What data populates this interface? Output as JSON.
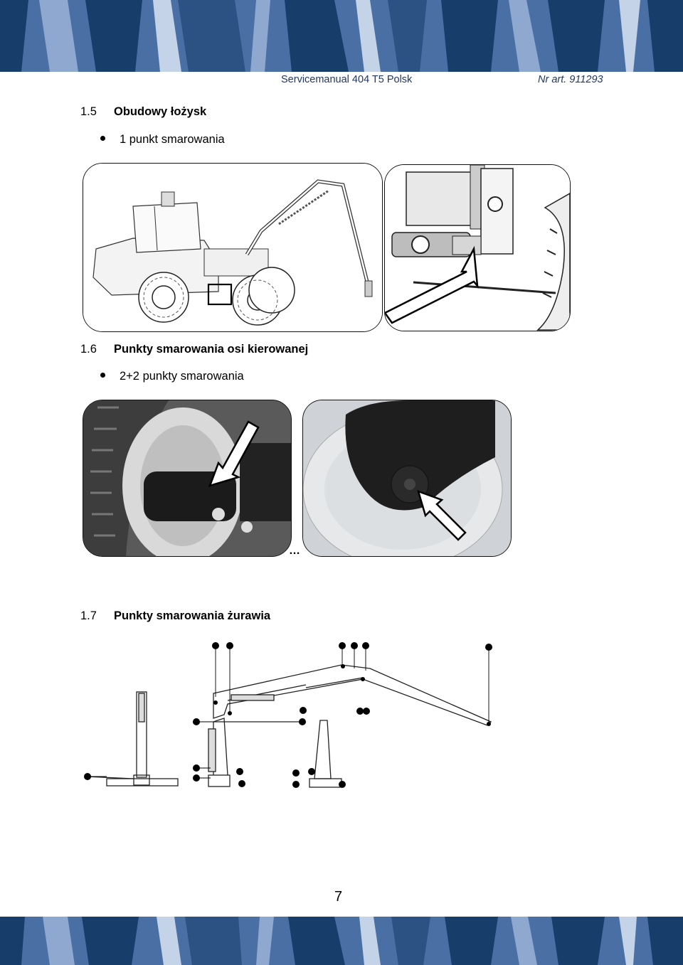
{
  "header": {
    "title": "Servicemanual 404 T5 Polsk",
    "art_no": "Nr art. 911293"
  },
  "sections": [
    {
      "number": "1.5",
      "title": "Obudowy łożysk",
      "bullet": "1 punkt smarowania"
    },
    {
      "number": "1.6",
      "title": "Punkty smarowania osi kierowanej",
      "bullet": "2+2 punkty smarowania"
    },
    {
      "number": "1.7",
      "title": "Punkty smarowania żurawia"
    }
  ],
  "ellipsis": "…",
  "page_number": "7",
  "colors": {
    "band_dark": "#173d6b",
    "band_mid": "#4a6fa5",
    "band_light": "#8ea8cf",
    "header_text": "#1f3864"
  },
  "icons": [
    "arrow-pointer-icon",
    "grease-point-icon",
    "bullet-dot-icon"
  ]
}
